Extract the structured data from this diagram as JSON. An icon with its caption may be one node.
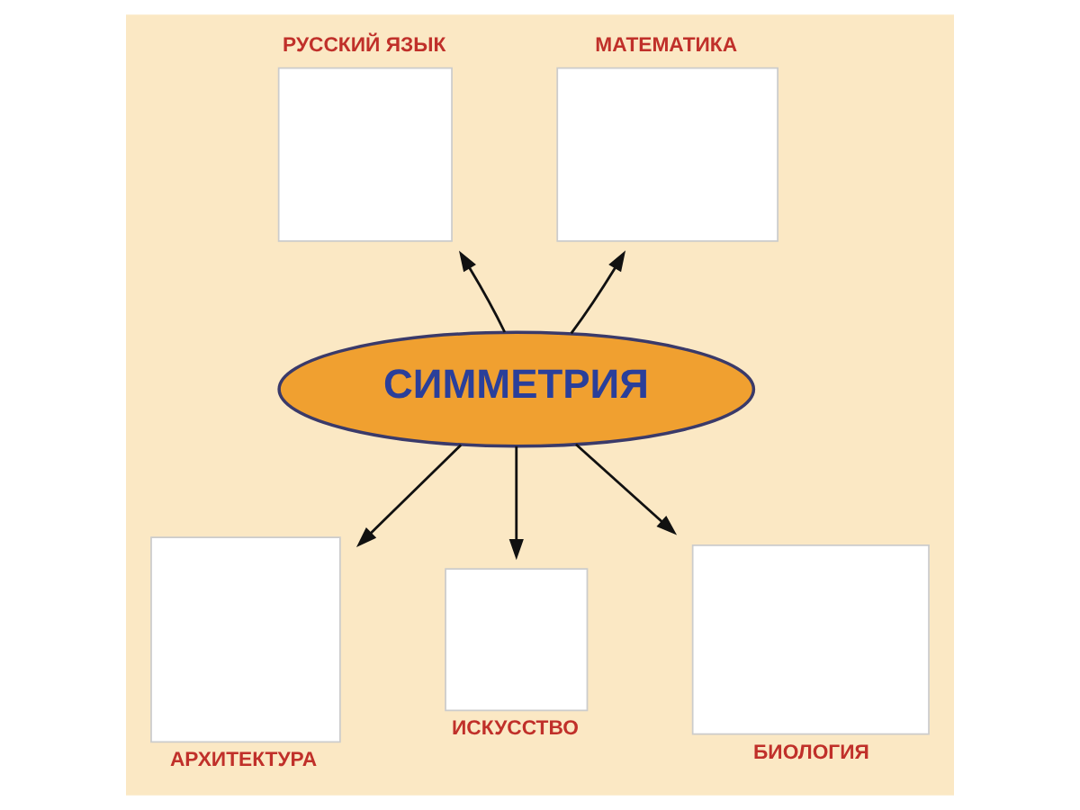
{
  "diagram": {
    "nodes": [
      {
        "text": [
          "СИММЕТРИЯ"
        ]
      },
      {
        "text": [
          "РУССКИЙ ЯЗЫК"
        ]
      },
      {
        "text": [
          "МАТЕМАТИКА"
        ]
      },
      {
        "text": [
          "АРХИТЕКТУРА"
        ]
      },
      {
        "text": [
          "ИСКУССТВО"
        ]
      },
      {
        "text": [
          "БИОЛОГИЯ"
        ]
      }
    ],
    "edges": [
      {
        "from": 0,
        "to": 1,
        "arrow": "to"
      },
      {
        "from": 0,
        "to": 2,
        "arrow": "to"
      },
      {
        "from": 0,
        "to": 3,
        "arrow": "to"
      },
      {
        "from": 0,
        "to": 4,
        "arrow": "to"
      },
      {
        "from": 0,
        "to": 5,
        "arrow": "to"
      }
    ]
  }
}
